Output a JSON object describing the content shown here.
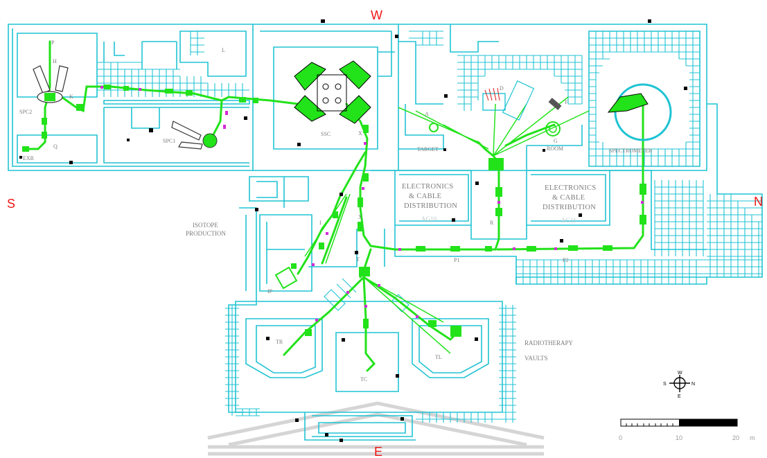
{
  "compass": {
    "west": "W",
    "south": "S",
    "north": "N",
    "east": "E"
  },
  "rooms": {
    "spc2": "SPC2",
    "spc1": "SPC1",
    "ssc": "SSC",
    "exr": "EXR",
    "l": "L",
    "target": "TARGET",
    "room_g": "ROOM",
    "spectrometer": "SPECTROMETER",
    "isotope_1": "ISOTOPE",
    "isotope_2": "PRODUCTION",
    "elec_a_1": "ELECTRONICS",
    "elec_a_2": "& CABLE",
    "elec_a_3": "DISTRIBUTION",
    "ag10": "AG10",
    "elec_b_1": "ELECTRONICS",
    "elec_b_2": "& CABLE",
    "elec_b_3": "DISTRIBUTION",
    "ag11": "AG11",
    "radio_1": "RADIOTHERAPY",
    "radio_2": "VAULTS",
    "ip": "IP",
    "tr": "TR",
    "tc": "TC",
    "tl": "TL"
  },
  "beamline_letters": {
    "p": "P",
    "h": "H",
    "k": "K",
    "q": "Q",
    "a": "A",
    "d": "D",
    "f": "F",
    "g": "G",
    "i": "I",
    "x": "X",
    "r": "R",
    "t": "T",
    "p1": "P1",
    "p2": "P2"
  },
  "mini_compass": {
    "w": "W",
    "s": "S",
    "n": "N",
    "e": "E"
  },
  "scale_bar": {
    "labels": [
      "0",
      "10",
      "20"
    ],
    "unit": "m"
  },
  "colors": {
    "walls": "#1fc3d3",
    "beamline": "#22e21a",
    "magnets": "#d42ad8",
    "compass": "#f01414"
  }
}
